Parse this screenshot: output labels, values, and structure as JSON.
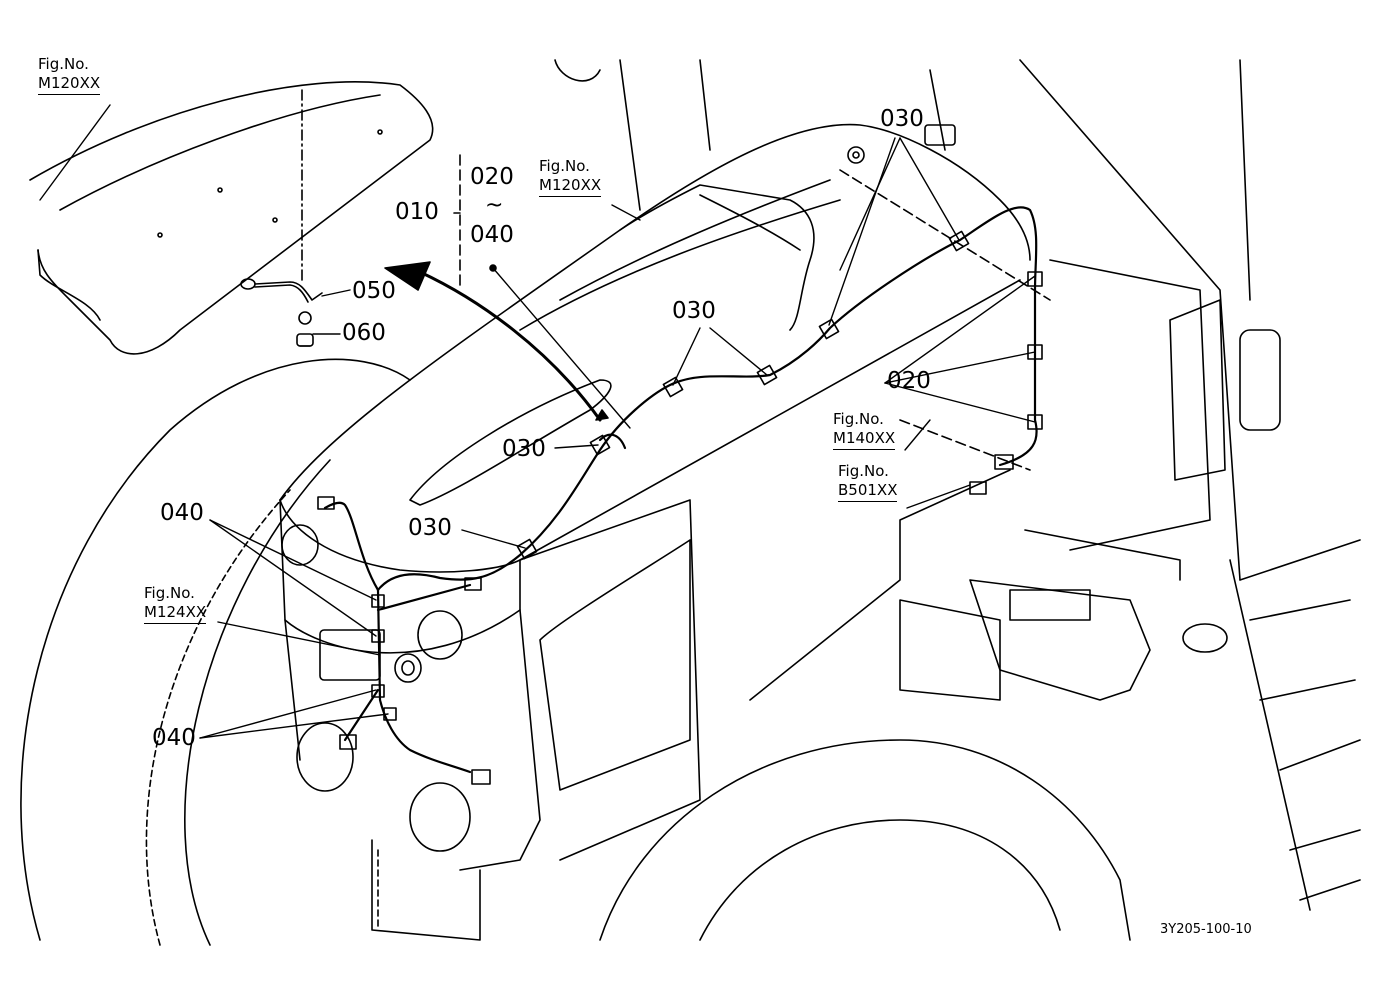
{
  "diagram": {
    "part_labels": {
      "p010": "010",
      "p020_range_start": "020",
      "range_tilde": "~",
      "p040_range_end": "040",
      "p050": "050",
      "p060": "060",
      "p030_top_right": "030",
      "p030_center": "030",
      "p030_left": "030",
      "p030_lower": "030",
      "p020_right": "020",
      "p040_upper_left": "040",
      "p040_lower_left": "040"
    },
    "fig_refs": {
      "fig_prefix": "Fig.No.",
      "top_left": "M120XX",
      "top_center": "M120XX",
      "right_m140": "M140XX",
      "right_b501": "B501XX",
      "left_m124": "M124XX"
    },
    "drawing_number": "3Y205-100-10"
  },
  "colors": {
    "line": "#000000",
    "background": "#ffffff"
  }
}
